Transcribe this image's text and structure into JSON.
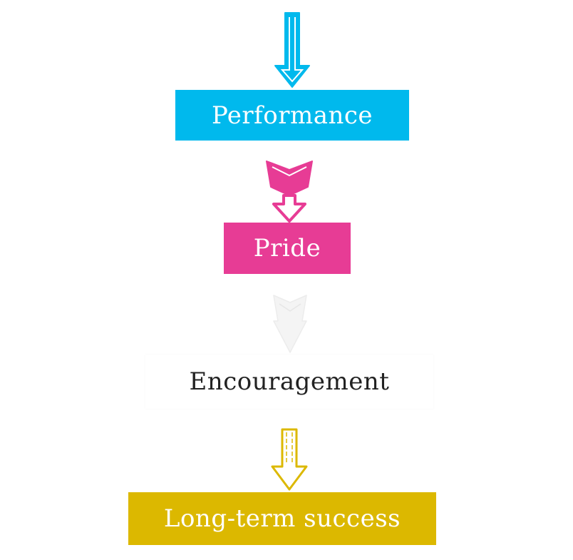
{
  "diagram": {
    "steps": [
      {
        "id": "performance",
        "label": "Performance",
        "color": "#00b9ed"
      },
      {
        "id": "pride",
        "label": "Pride",
        "color": "#e73c95"
      },
      {
        "id": "encouragement",
        "label": "Encouragement",
        "color": "#ffffff"
      },
      {
        "id": "success",
        "label": "Long-term success",
        "color": "#dcb800"
      }
    ],
    "arrow_colors": {
      "blue": "#00b9ed",
      "pink": "#e73c95",
      "faint": "#f2f2f2",
      "yellow": "#dcb800"
    }
  }
}
